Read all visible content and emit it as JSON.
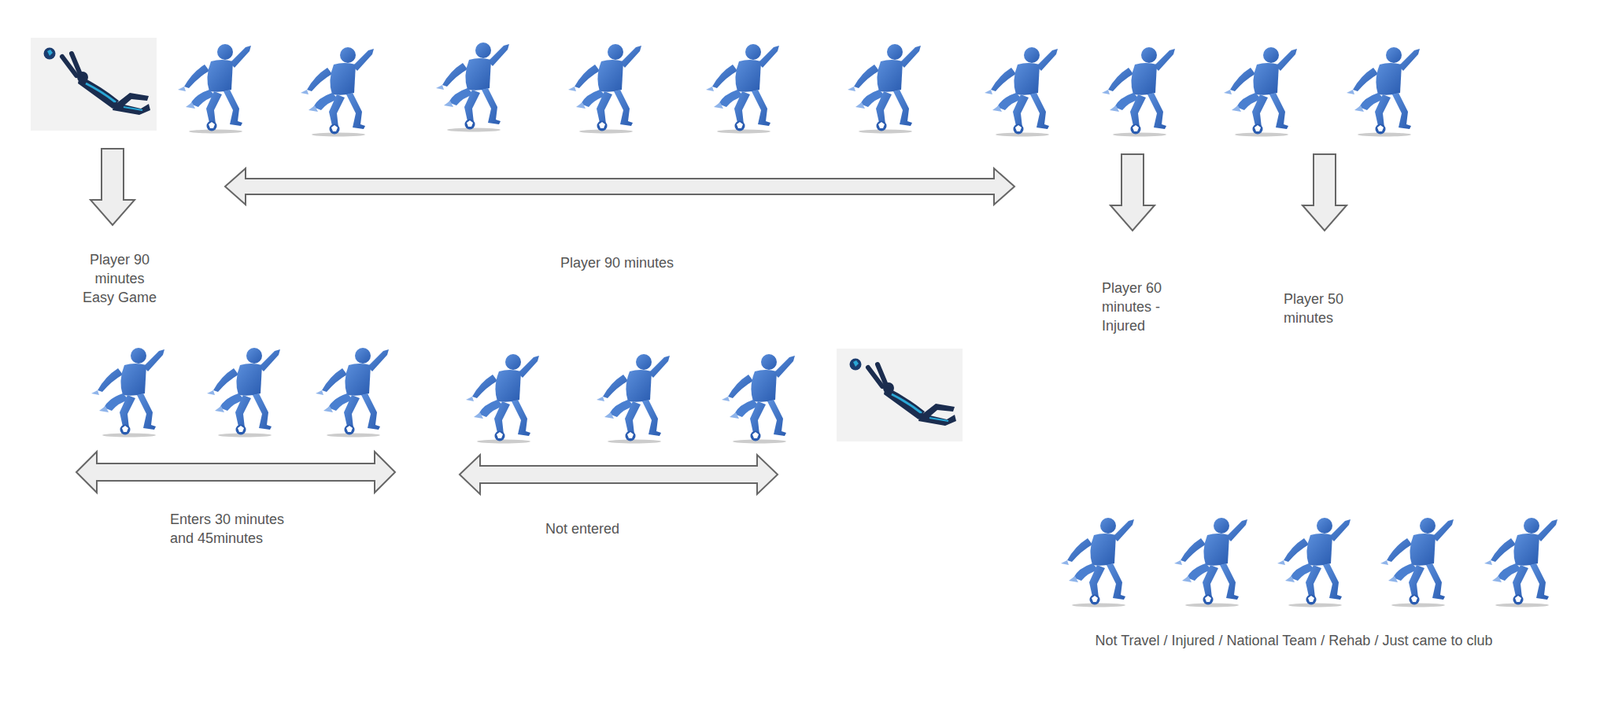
{
  "diagram": {
    "labels": [
      "Player 90 minutes Easy Game",
      "Player 90 minutes",
      "Player 60 minutes - Injured",
      "Player 50 minutes",
      "Enters 30 minutes and 45minutes",
      "Not entered",
      "Not Travel / Injured / National Team / Rehab / Just came to club"
    ]
  }
}
